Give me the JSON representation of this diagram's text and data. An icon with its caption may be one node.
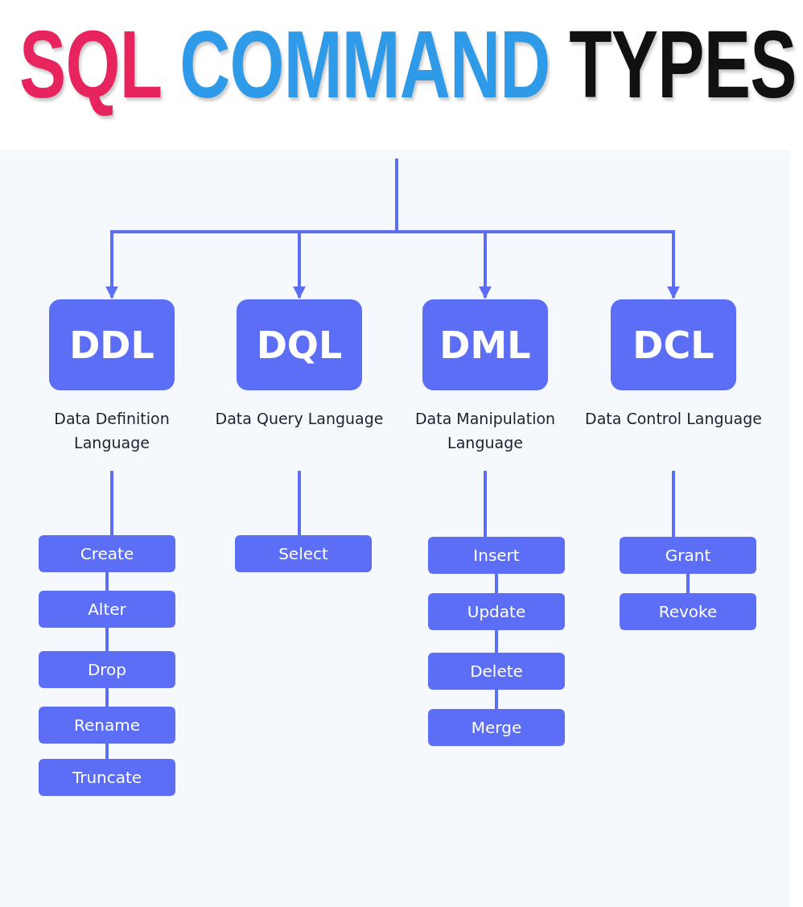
{
  "diagram": {
    "title": "SQL COMMAND TYPES",
    "nodes": [
      {
        "text": [
          "DDL"
        ],
        "beside": [
          "Data Definition Language"
        ]
      },
      {
        "text": [
          "DQL"
        ],
        "beside": [
          "Data Query Language"
        ]
      },
      {
        "text": [
          "DML"
        ],
        "beside": [
          "Data Manipulation Language"
        ]
      },
      {
        "text": [
          "DCL"
        ],
        "beside": [
          "Data Control Language"
        ]
      },
      {
        "text": [
          "Create"
        ]
      },
      {
        "text": [
          "Alter"
        ]
      },
      {
        "text": [
          "Drop"
        ]
      },
      {
        "text": [
          "Rename"
        ]
      },
      {
        "text": [
          "Truncate"
        ]
      },
      {
        "text": [
          "Select"
        ]
      },
      {
        "text": [
          "Insert"
        ]
      },
      {
        "text": [
          "Update"
        ]
      },
      {
        "text": [
          "Delete"
        ]
      },
      {
        "text": [
          "Merge"
        ]
      },
      {
        "text": [
          "Grant"
        ]
      },
      {
        "text": [
          "Revoke"
        ]
      }
    ],
    "edges": [
      {
        "from": null,
        "to": 0,
        "arrow": "to"
      },
      {
        "from": null,
        "to": 1,
        "arrow": "to"
      },
      {
        "from": null,
        "to": 2,
        "arrow": "to"
      },
      {
        "from": null,
        "to": 3,
        "arrow": "to"
      },
      {
        "from": 0,
        "to": 4,
        "arrow": "none"
      },
      {
        "from": 4,
        "to": 5,
        "arrow": "none"
      },
      {
        "from": 5,
        "to": 6,
        "arrow": "none"
      },
      {
        "from": 6,
        "to": 7,
        "arrow": "none"
      },
      {
        "from": 7,
        "to": 8,
        "arrow": "none"
      },
      {
        "from": 1,
        "to": 9,
        "arrow": "none"
      },
      {
        "from": 2,
        "to": 10,
        "arrow": "none"
      },
      {
        "from": 10,
        "to": 11,
        "arrow": "none"
      },
      {
        "from": 11,
        "to": 12,
        "arrow": "none"
      },
      {
        "from": 12,
        "to": 13,
        "arrow": "none"
      },
      {
        "from": 3,
        "to": 14,
        "arrow": "none"
      },
      {
        "from": 14,
        "to": 15,
        "arrow": "none"
      }
    ]
  }
}
